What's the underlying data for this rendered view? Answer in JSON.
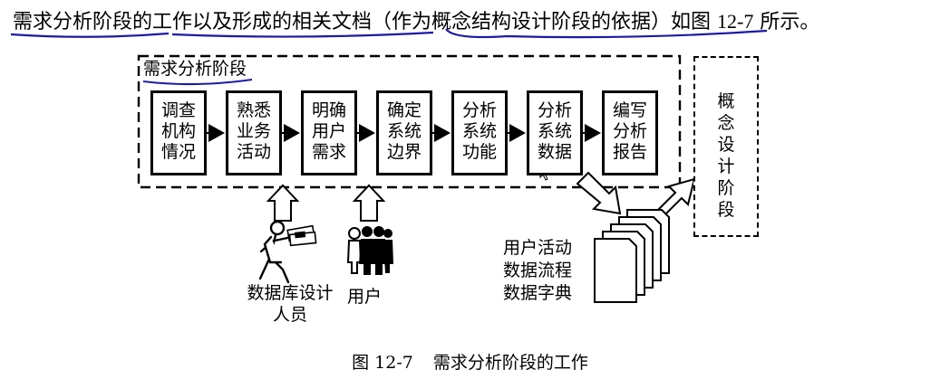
{
  "heading": {
    "prefix": "需求分析阶段的工作以及形成的相关文档（作为概念结构设计阶段的依据）如图 ",
    "figure_ref": "12-7",
    "suffix": " 所示。"
  },
  "phase_title": "需求分析阶段",
  "steps": [
    [
      "调查",
      "机构",
      "情况"
    ],
    [
      "熟悉",
      "业务",
      "活动"
    ],
    [
      "明确",
      "用户",
      "需求"
    ],
    [
      "确定",
      "系统",
      "边界"
    ],
    [
      "分析",
      "系统",
      "功能"
    ],
    [
      "分析",
      "系统",
      "数据"
    ],
    [
      "编写",
      "分析",
      "报告"
    ]
  ],
  "concept_stage": [
    "概",
    "念",
    "设",
    "计",
    "阶",
    "段"
  ],
  "actors": {
    "designer": [
      "数据库设计",
      "人员"
    ],
    "user": "用户"
  },
  "documents": [
    "用户活动",
    "数据流程",
    "数据字典"
  ],
  "caption": {
    "number": "图 12-7",
    "title": "需求分析阶段的工作"
  },
  "annotation_color": "#1a1aa6"
}
